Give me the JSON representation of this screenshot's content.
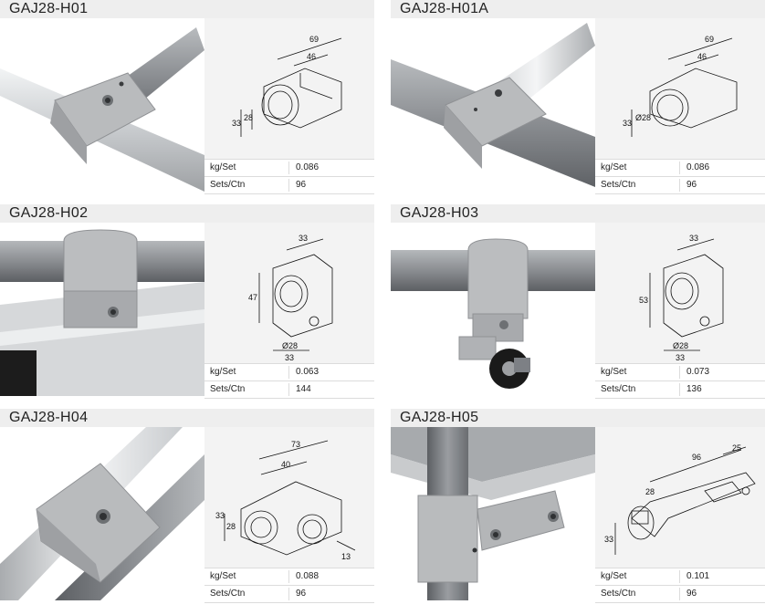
{
  "products": [
    {
      "code": "GAJ28-H01",
      "weight_label": "kg/Set",
      "weight": "0.086",
      "qty_label": "Sets/Ctn",
      "qty": "96",
      "dims": [
        "69",
        "46",
        "33",
        "28"
      ]
    },
    {
      "code": "GAJ28-H01A",
      "weight_label": "kg/Set",
      "weight": "0.086",
      "qty_label": "Sets/Ctn",
      "qty": "96",
      "dims": [
        "69",
        "46",
        "33",
        "Ø28"
      ]
    },
    {
      "code": "GAJ28-H02",
      "weight_label": "kg/Set",
      "weight": "0.063",
      "qty_label": "Sets/Ctn",
      "qty": "144",
      "dims": [
        "33",
        "47",
        "Ø28",
        "33"
      ]
    },
    {
      "code": "GAJ28-H03",
      "weight_label": "kg/Set",
      "weight": "0.073",
      "qty_label": "Sets/Ctn",
      "qty": "136",
      "dims": [
        "33",
        "53",
        "Ø28",
        "33"
      ]
    },
    {
      "code": "GAJ28-H04",
      "weight_label": "kg/Set",
      "weight": "0.088",
      "qty_label": "Sets/Ctn",
      "qty": "96",
      "dims": [
        "73",
        "40",
        "33",
        "28",
        "13"
      ]
    },
    {
      "code": "GAJ28-H05",
      "weight_label": "kg/Set",
      "weight": "0.101",
      "qty_label": "Sets/Ctn",
      "qty": "96",
      "dims": [
        "96",
        "25",
        "28",
        "33"
      ]
    }
  ],
  "colors": {
    "tube_gray": "#8e9196",
    "tube_silver": "#d4d7da",
    "joint": "#b4b6b8",
    "header_bg": "#eeeeee"
  },
  "icons": [
    "joint-photo",
    "technical-drawing"
  ]
}
